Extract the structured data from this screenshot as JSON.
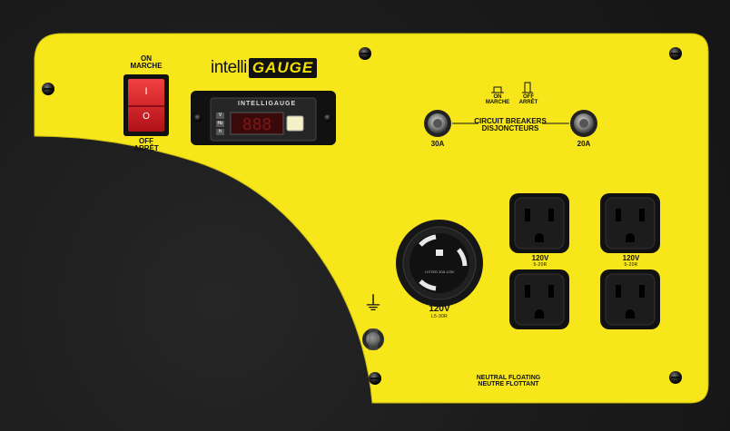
{
  "switch": {
    "on_label_en": "ON",
    "on_label_fr": "MARCHE",
    "off_label_en": "OFF",
    "off_label_fr": "ARRÊT",
    "on_glyph": "I",
    "off_glyph": "O"
  },
  "logo": {
    "part_a": "intelli",
    "part_b": "GAUGE"
  },
  "gauge": {
    "title": "INTELLIGAUGE",
    "buttons": [
      "V",
      "Hz",
      "h"
    ]
  },
  "breakers": {
    "title_en": "CIRCUIT BREAKERS",
    "title_fr": "DISJONCTEURS",
    "on_en": "ON",
    "on_fr": "MARCHE",
    "off_en": "OFF",
    "off_fr": "ARRÊT",
    "left_rating": "30A",
    "right_rating": "20A"
  },
  "twistlock": {
    "voltage": "120V",
    "model": "L5-30R",
    "inner_text": "LISTED 30A 125V"
  },
  "outlets": {
    "top_left_voltage": "120V",
    "top_left_model": "5-20R",
    "top_right_voltage": "120V",
    "top_right_model": "5-20R"
  },
  "ground": {
    "symbol": "⏚"
  },
  "neutral": {
    "line_en": "NEUTRAL FLOATING",
    "line_fr": "NEUTRE FLOTTANT"
  },
  "colors": {
    "panel_yellow": "#f6e61a",
    "background": "#1b1b1b",
    "switch_red": "#d8202a",
    "display_red": "#ff2a2a"
  }
}
